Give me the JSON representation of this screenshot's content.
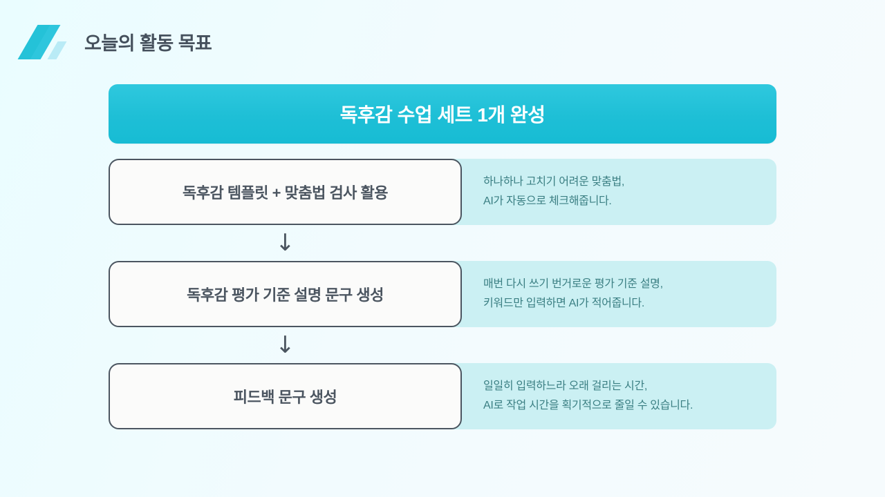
{
  "header": {
    "title": "오늘의 활동 목표",
    "logo_icon": "diagonal-slash-logo-icon"
  },
  "goal_banner": {
    "label": "독후감 수업 세트 1개 완성",
    "background_color": "#1ebfd6",
    "text_color": "#ffffff"
  },
  "arrow_glyph": "↓",
  "colors": {
    "page_background": "#eefcff",
    "accent": "#1ebfd6",
    "panel": "#cbf0f3",
    "card_border": "#4b5560",
    "card_background": "#fbfbfa",
    "desc_text": "#3b7f83",
    "title_text": "#45505c"
  },
  "steps": [
    {
      "title": "독후감 템플릿 + 맞춤법 검사 활용",
      "desc_line1": "하나하나 고치기 어려운 맞춤법,",
      "desc_line2": "AI가 자동으로 체크해줍니다."
    },
    {
      "title": "독후감 평가 기준 설명 문구 생성",
      "desc_line1": "매번 다시 쓰기 번거로운 평가 기준 설명,",
      "desc_line2": "키워드만 입력하면 AI가 적어줍니다."
    },
    {
      "title": "피드백 문구 생성",
      "desc_line1": "일일히 입력하느라 오래 걸리는 시간,",
      "desc_line2": "AI로 작업 시간을 획기적으로 줄일 수 있습니다."
    }
  ]
}
